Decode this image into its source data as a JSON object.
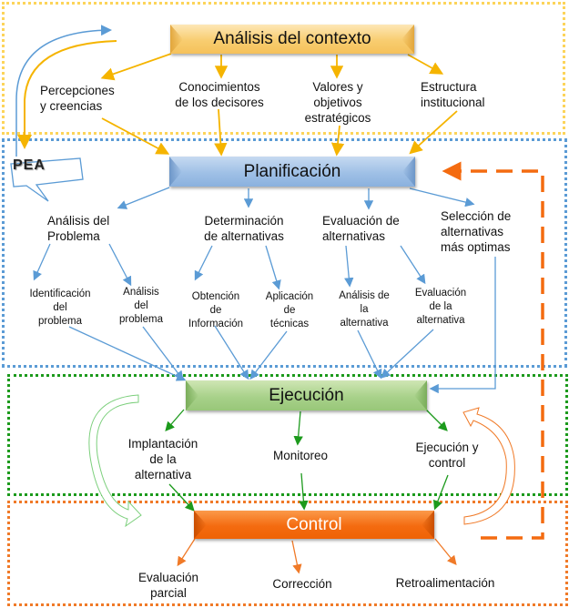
{
  "zones": {
    "context": {
      "title": "Análisis del contexto",
      "color": "#fcd45a"
    },
    "planning": {
      "title": "Planificación",
      "color": "#5b9bd5"
    },
    "execution": {
      "title": "Ejecución",
      "color": "#1c9a1c"
    },
    "control": {
      "title": "Control",
      "color": "#f07a28"
    }
  },
  "callout": {
    "label": "PEA"
  },
  "context_items": [
    {
      "label": "Percepciones\ny creencias"
    },
    {
      "label": "Conocimientos\nde los decisores"
    },
    {
      "label": "Valores y\nobjetivos\nestratégicos"
    },
    {
      "label": "Estructura\ninstitucional"
    }
  ],
  "planning_items": [
    {
      "label": "Análisis del\nProblema",
      "children": [
        {
          "label": "Identificación\ndel\nproblema"
        },
        {
          "label": "Análisis\ndel\nproblema"
        }
      ]
    },
    {
      "label": "Determinación\nde alternativas",
      "children": [
        {
          "label": "Obtención\nde\nInformación"
        },
        {
          "label": "Aplicación\nde\ntécnicas"
        }
      ]
    },
    {
      "label": "Evaluación de\nalternativas",
      "children": [
        {
          "label": "Análisis de\nla\nalternativa"
        },
        {
          "label": "Evaluación\nde la\nalternativa"
        }
      ]
    },
    {
      "label": "Selección de\nalternativas\nmás optimas",
      "children": []
    }
  ],
  "execution_items": [
    {
      "label": "Implantación\nde la\nalternativa"
    },
    {
      "label": "Monitoreo"
    },
    {
      "label": "Ejecución y\ncontrol"
    }
  ],
  "control_items": [
    {
      "label": "Evaluación\nparcial"
    },
    {
      "label": "Corrección"
    },
    {
      "label": "Retroalimentación"
    }
  ]
}
